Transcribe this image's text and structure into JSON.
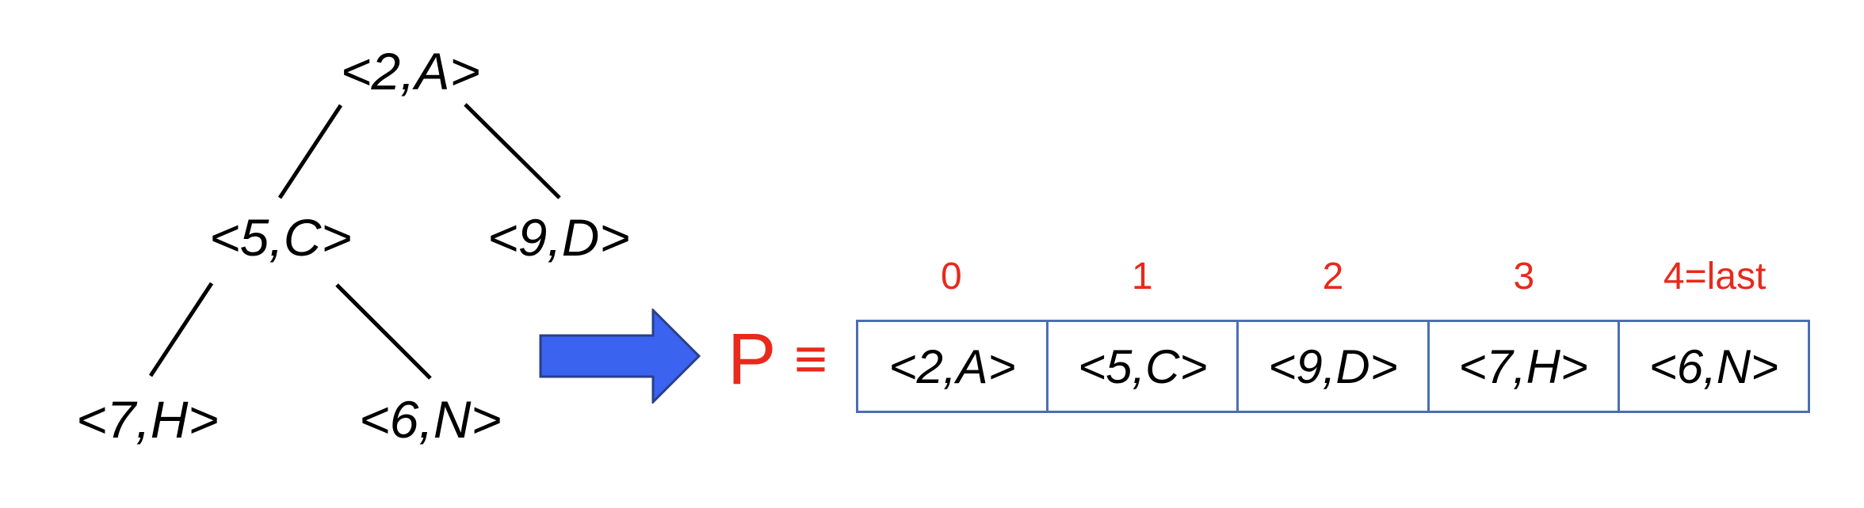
{
  "tree": {
    "nodes": [
      {
        "id": "root",
        "label": "<2,A>"
      },
      {
        "id": "left",
        "label": "<5,C>"
      },
      {
        "id": "right",
        "label": "<9,D>"
      },
      {
        "id": "left-left",
        "label": "<7,H>"
      },
      {
        "id": "left-right",
        "label": "<6,N>"
      }
    ]
  },
  "array": {
    "name": "P",
    "equiv_symbol": "≡",
    "indices": [
      "0",
      "1",
      "2",
      "3",
      "4=last"
    ],
    "cells": [
      "<2,A>",
      "<5,C>",
      "<9,D>",
      "<7,H>",
      "<6,N>"
    ]
  },
  "colors": {
    "accent_red": "#e8291c",
    "arrow_blue": "#3a63f0",
    "cell_border": "#4a6fb5"
  }
}
